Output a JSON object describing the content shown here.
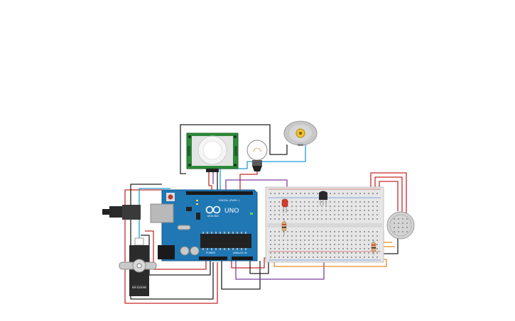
{
  "arduino": {
    "brand": "ARDUINO",
    "model": "UNO",
    "digital_label": "DIGITAL (PWM~)",
    "power_label": "POWER",
    "analog_label": "ANALOG IN"
  },
  "servo": {
    "model": "SM-S2309S"
  },
  "colors": {
    "wire_red": "#c62828",
    "wire_black": "#222222",
    "wire_blue": "#1e9bd7",
    "wire_purple": "#7b3fa0",
    "wire_orange": "#e8891c",
    "board_blue": "#1f77b4",
    "pir_green": "#2e8b3a"
  }
}
